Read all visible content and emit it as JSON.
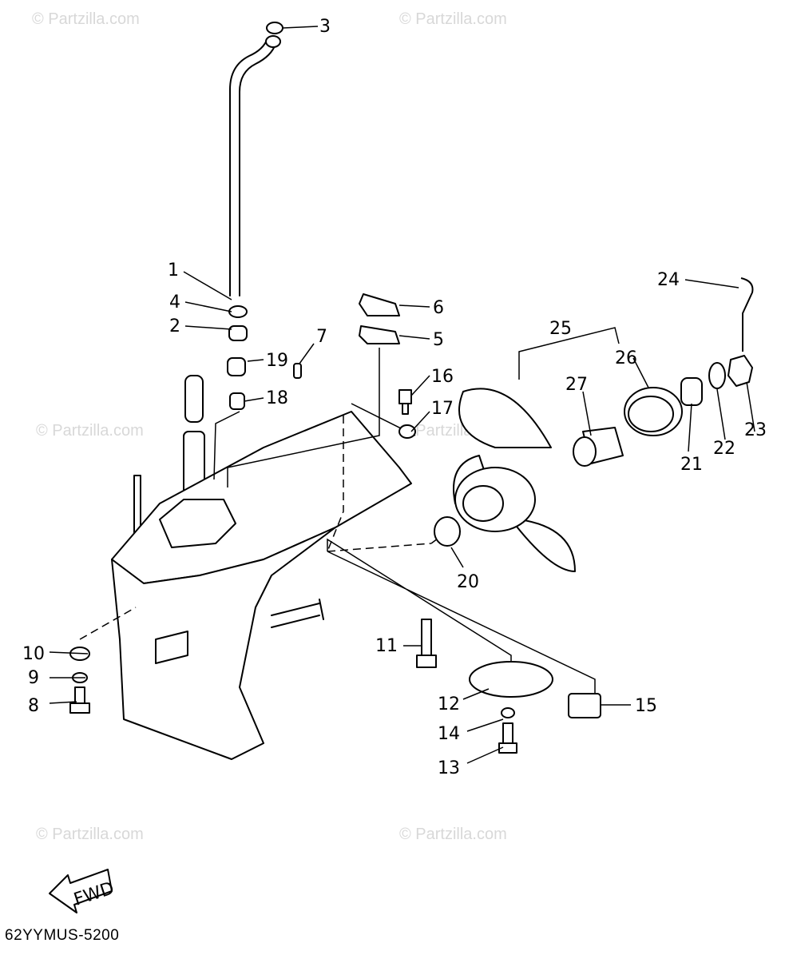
{
  "watermark": "© Partzilla.com",
  "diagram_code": "62YYMUS-5200",
  "fwd_label": "FWD",
  "callouts": [
    "1",
    "2",
    "3",
    "4",
    "5",
    "6",
    "7",
    "8",
    "9",
    "10",
    "11",
    "12",
    "13",
    "14",
    "15",
    "16",
    "17",
    "18",
    "19",
    "20",
    "21",
    "22",
    "23",
    "24",
    "25",
    "26",
    "27"
  ]
}
